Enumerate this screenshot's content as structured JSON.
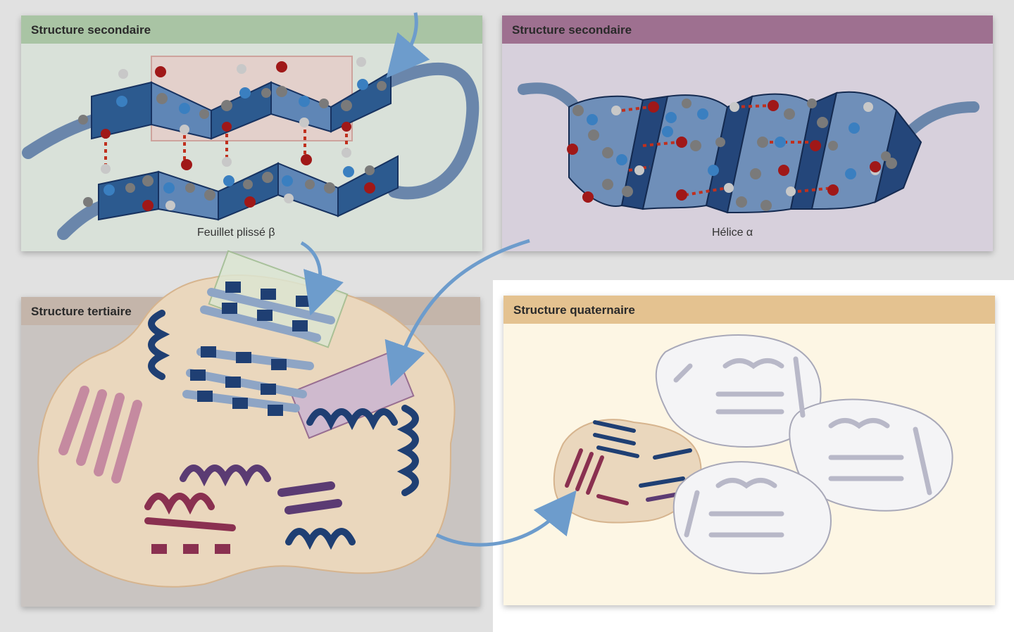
{
  "panels": {
    "beta_sheet": {
      "title": "Structure secondaire",
      "caption": "Feuillet plissé β"
    },
    "alpha_helix": {
      "title": "Structure secondaire",
      "caption": "Hélice α"
    },
    "tertiary": {
      "title": "Structure tertiaire"
    },
    "quaternary": {
      "title": "Structure quaternaire"
    }
  },
  "colors": {
    "beta_panel_bg": "#d9e1d9",
    "beta_panel_header": "#a9c4a4",
    "helix_panel_bg": "#d7d0dc",
    "helix_panel_header": "#9e7090",
    "tertiary_panel_bg": "#c9c4c1",
    "tertiary_panel_header": "#c4b5aa",
    "quaternary_panel_bg": "#fdf6e4",
    "quaternary_panel_header": "#e4c290",
    "ribbon_blue": "#1f3f73",
    "ribbon_red": "#8a3050",
    "ribbon_purple": "#5b3b73",
    "atom_oxygen": "#a01818",
    "atom_nitrogen": "#3a7fc0",
    "atom_carbon": "#7a7a7a",
    "atom_hydrogen": "#c8c8c8",
    "hydrogen_bond": "#c0301e",
    "arrow_blue": "#6d9ccc",
    "protein_blob": "#ead7bd"
  }
}
